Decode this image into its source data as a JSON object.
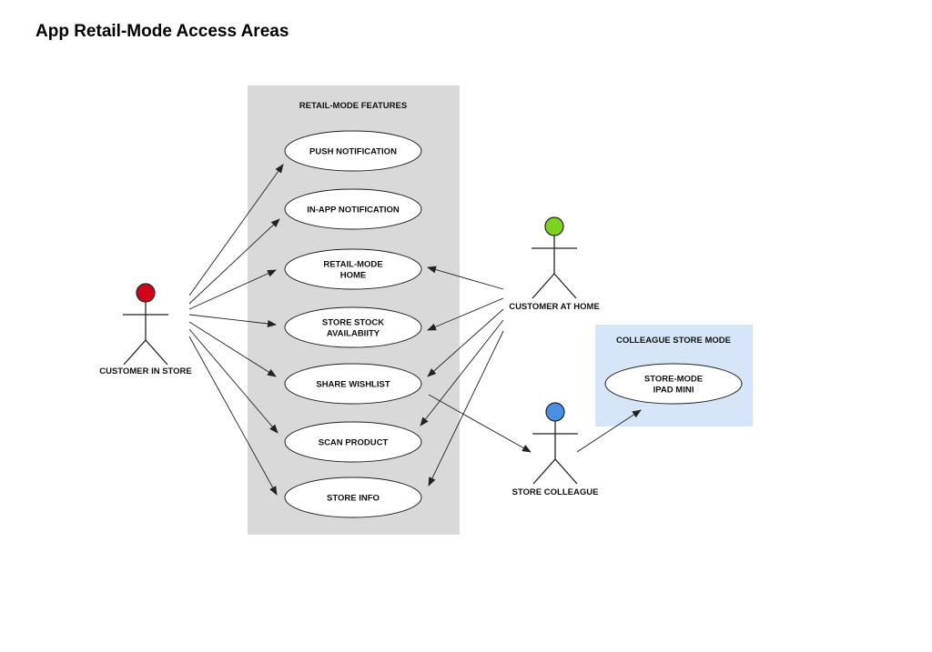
{
  "title": "App Retail-Mode Access Areas",
  "colors": {
    "feature_box": "#d9d9d9",
    "colleague_box": "#d6e6f8",
    "customer_in_store": "#d0021b",
    "customer_at_home": "#7ed321",
    "store_colleague": "#4a90e2"
  },
  "boundaries": {
    "retail": {
      "label": "RETAIL-MODE FEATURES"
    },
    "colleague": {
      "label": "COLLEAGUE STORE MODE"
    }
  },
  "use_cases": [
    {
      "id": "push",
      "lines": [
        "PUSH NOTIFICATION"
      ]
    },
    {
      "id": "inapp",
      "lines": [
        "IN-APP NOTIFICATION"
      ]
    },
    {
      "id": "home",
      "lines": [
        "RETAIL-MODE",
        "HOME"
      ]
    },
    {
      "id": "stock",
      "lines": [
        "STORE STOCK",
        "AVAILABIITY"
      ]
    },
    {
      "id": "wishlist",
      "lines": [
        "SHARE WISHLIST"
      ]
    },
    {
      "id": "scan",
      "lines": [
        "SCAN PRODUCT"
      ]
    },
    {
      "id": "info",
      "lines": [
        "STORE INFO"
      ]
    },
    {
      "id": "ipad",
      "lines": [
        "STORE-MODE",
        "IPAD MINI"
      ]
    }
  ],
  "actors": [
    {
      "id": "customer_in_store",
      "label": "CUSTOMER IN STORE",
      "color_key": "customer_in_store"
    },
    {
      "id": "customer_at_home",
      "label": "CUSTOMER AT HOME",
      "color_key": "customer_at_home"
    },
    {
      "id": "store_colleague",
      "label": "STORE COLLEAGUE",
      "color_key": "store_colleague"
    }
  ],
  "connections": [
    {
      "from": "customer_in_store",
      "to": "push"
    },
    {
      "from": "customer_in_store",
      "to": "inapp"
    },
    {
      "from": "customer_in_store",
      "to": "home"
    },
    {
      "from": "customer_in_store",
      "to": "stock"
    },
    {
      "from": "customer_in_store",
      "to": "wishlist"
    },
    {
      "from": "customer_in_store",
      "to": "scan"
    },
    {
      "from": "customer_in_store",
      "to": "info"
    },
    {
      "from": "customer_at_home",
      "to": "home"
    },
    {
      "from": "customer_at_home",
      "to": "stock"
    },
    {
      "from": "customer_at_home",
      "to": "wishlist"
    },
    {
      "from": "customer_at_home",
      "to": "scan"
    },
    {
      "from": "customer_at_home",
      "to": "info"
    },
    {
      "from": "wishlist",
      "to": "store_colleague"
    },
    {
      "from": "store_colleague",
      "to": "ipad"
    }
  ]
}
